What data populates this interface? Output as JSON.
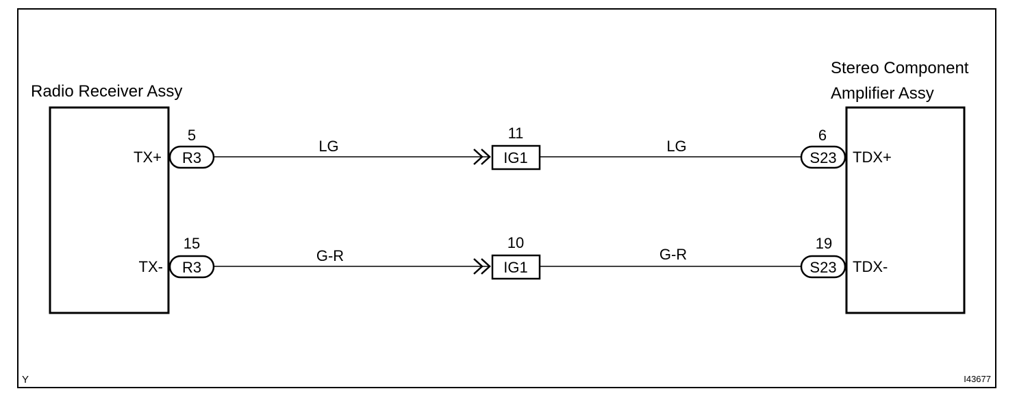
{
  "left_component": {
    "title": "Radio Receiver Assy",
    "pins": [
      {
        "name": "TX+",
        "pin": "5",
        "connector": "R3"
      },
      {
        "name": "TX-",
        "pin": "15",
        "connector": "R3"
      }
    ]
  },
  "right_component": {
    "title_line1": "Stereo Component",
    "title_line2": "Amplifier Assy",
    "pins": [
      {
        "name": "TDX+",
        "pin": "6",
        "connector": "S23"
      },
      {
        "name": "TDX-",
        "pin": "19",
        "connector": "S23"
      }
    ]
  },
  "junction": {
    "connector": "IG1",
    "pins": [
      "11",
      "10"
    ]
  },
  "wires": [
    {
      "left_color": "LG",
      "right_color": "LG"
    },
    {
      "left_color": "G-R",
      "right_color": "G-R"
    }
  ],
  "corner_labels": {
    "bottom_left": "Y",
    "bottom_right": "I43677"
  }
}
